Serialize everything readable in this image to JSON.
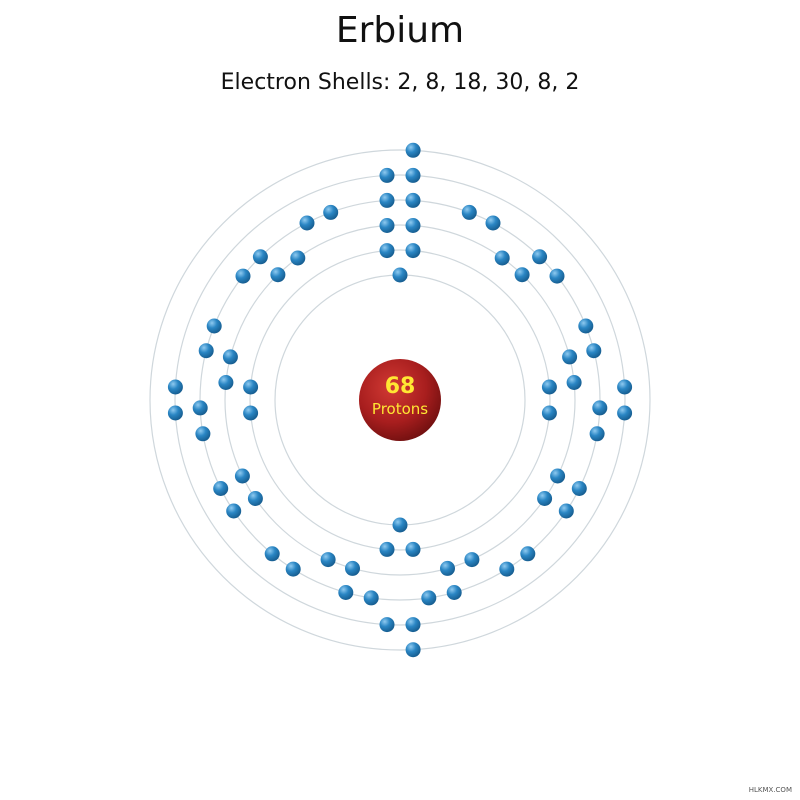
{
  "title": "Erbium",
  "subtitle": "Electron Shells: 2, 8, 18, 30, 8, 2",
  "nucleus": {
    "protons": "68",
    "label": "Protons"
  },
  "shells": [
    2,
    8,
    18,
    30,
    8,
    2
  ],
  "watermark": "HLKMX.COM",
  "colors": {
    "nucleus_dark": "#8a1414",
    "nucleus_light": "#c9302c",
    "proton_count": "#ffe733",
    "electron": "#1c78b8",
    "electron_light": "#6fb8e6",
    "shell_line": "#cfd7dc"
  }
}
